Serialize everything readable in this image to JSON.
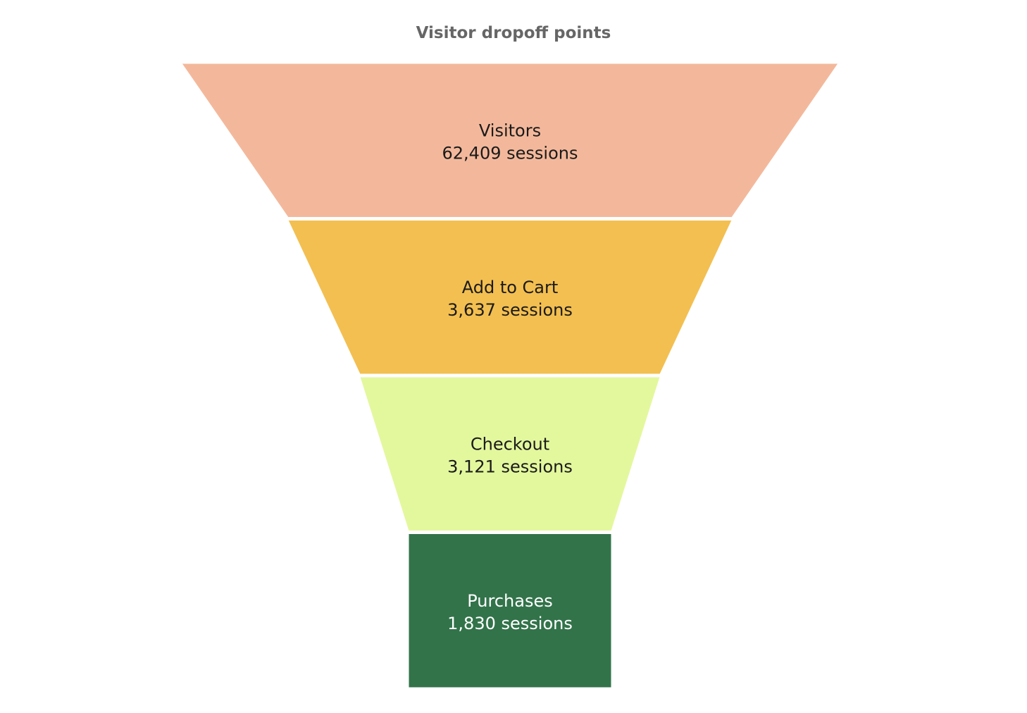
{
  "chart_data": {
    "type": "funnel",
    "title": "Visitor dropoff points",
    "value_suffix": " sessions",
    "stages": [
      {
        "label": "Visitors",
        "value": 62409,
        "color": "#f3b89b",
        "text_color": "#1a1a1a"
      },
      {
        "label": "Add to Cart",
        "value": 3637,
        "color": "#f3bf50",
        "text_color": "#1a1a1a"
      },
      {
        "label": "Checkout",
        "value": 3121,
        "color": "#e3f89d",
        "text_color": "#1a1a1a"
      },
      {
        "label": "Purchases",
        "value": 1830,
        "color": "#32734a",
        "text_color": "#ffffff"
      }
    ]
  }
}
